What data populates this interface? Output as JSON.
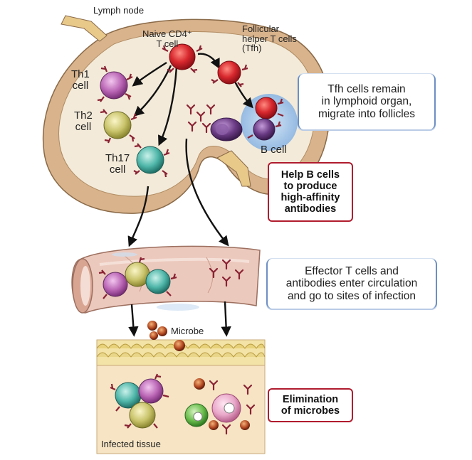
{
  "labels": {
    "lymph_node": "Lymph node",
    "naive_t_cell": "Naive CD4⁺\nT cell",
    "tfh": "Follicular\nhelper T cells\n(Tfh)",
    "th1": "Th1\ncell",
    "th2": "Th2\ncell",
    "th17": "Th17\ncell",
    "b_cell": "B cell",
    "microbe": "Microbe",
    "infected_tissue": "Infected tissue"
  },
  "boxes": {
    "tfh_remain": "Tfh cells remain\nin lymphoid organ,\nmigrate into follicles",
    "help_b_cells": "Help B cells\nto produce\nhigh-affinity\nantibodies",
    "effector": "Effector T cells and\nantibodies enter circulation\nand go to sites of infection",
    "elimination": "Elimination\nof microbes"
  },
  "colors": {
    "node_capsule": "#d8b38c",
    "node_interior": "#f3ead9",
    "vessel": "#ecc9bd",
    "tissue": "#f6e4c4",
    "epithelium": "#e7d17a",
    "t_cell_red": "#d8282e",
    "th1": "#b965b4",
    "th2": "#c8c36a",
    "th17": "#4fb6a9",
    "b_cell": "#6a3b84",
    "follicle": "#9fc3e6",
    "antibody": "#8a2233",
    "box_blue": "#6b8fc4",
    "box_red": "#b01c2e"
  }
}
